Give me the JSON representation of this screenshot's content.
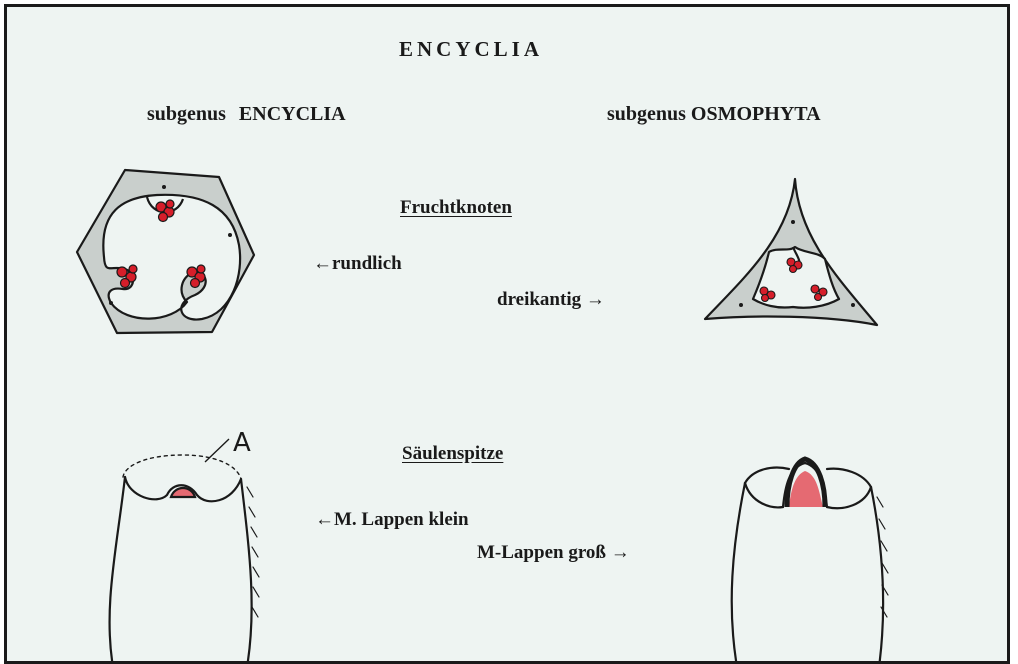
{
  "title": "ENCYCLIA",
  "subgenus_left": "subgenus ENCYCLIA",
  "subgenus_right": "subgenus OSMOPHYTA",
  "sections": {
    "ovary": {
      "heading": "Fruchtknoten",
      "left_note": "←rundlich",
      "right_note": "dreikantig →"
    },
    "column_tip": {
      "heading": "Säulenspitze",
      "left_note": "←M. Lappen klein",
      "right_note": "M-Lappen groß →",
      "callout": "A"
    }
  },
  "colors": {
    "background": "#eef4f2",
    "ink": "#1a1a1a",
    "tissue_fill": "#c9cfcc",
    "ovule_red": "#d61e2a"
  }
}
